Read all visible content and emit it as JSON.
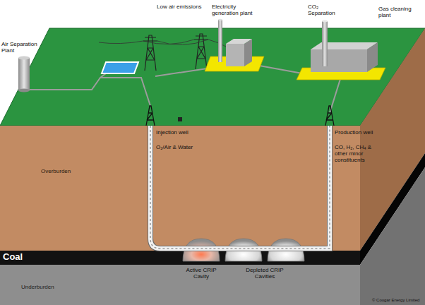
{
  "diagram": {
    "nodes": [
      {
        "text": [
          "Overburden"
        ]
      },
      {
        "text": [
          "Coal"
        ]
      },
      {
        "text": [
          "Underburden"
        ]
      }
    ],
    "labels": [
      "Air Separation Plant",
      "Low air emissions",
      "Electricity generation plant",
      "CO₂ Separation",
      "Gas cleaning plant",
      "Injection well",
      "O₂/Air & Water",
      "Production well",
      "CO, H₂, CH₄ & other minor constituents",
      "Active CRIP Cavity",
      "Depleted CRIP Cavities",
      "© Cougar Energy Limited"
    ]
  }
}
